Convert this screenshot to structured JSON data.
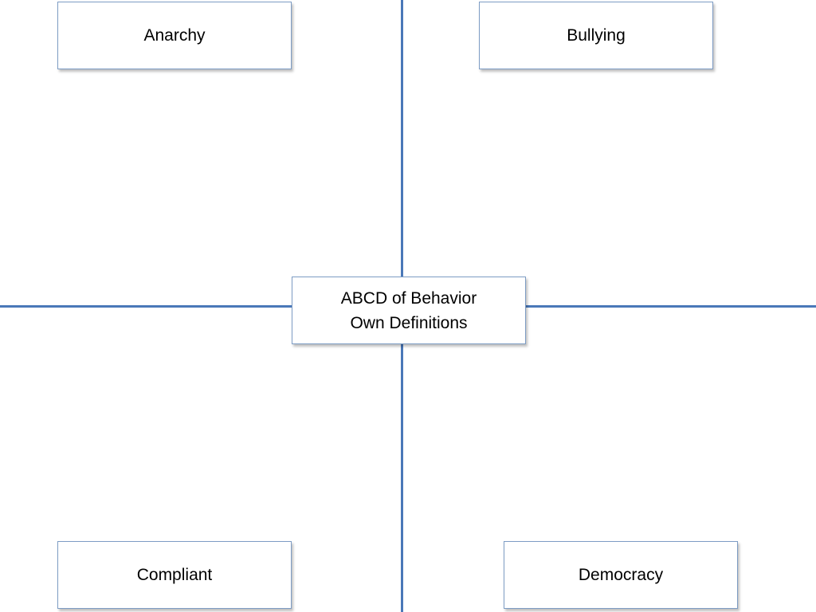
{
  "diagram": {
    "center": {
      "line1": "ABCD of Behavior",
      "line2": "Own Definitions"
    },
    "quadrants": {
      "top_left": "Anarchy",
      "top_right": "Bullying",
      "bottom_left": "Compliant",
      "bottom_right": "Democracy"
    },
    "colors": {
      "axis": "#4a78b8",
      "box_border": "#7d9cc4",
      "background": "#ffffff"
    }
  }
}
